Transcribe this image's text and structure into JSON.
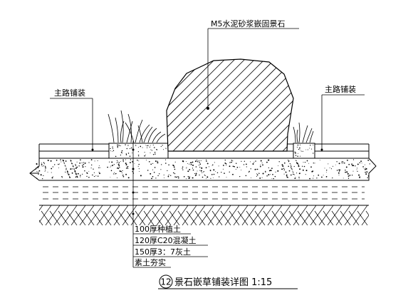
{
  "annotations": {
    "stone_label": "M5水泥砂浆嵌固景石",
    "left_paving_label": "主路铺装",
    "right_paving_label": "主路铺装"
  },
  "layers": [
    "100厚种植土",
    "120厚C20混凝土",
    "150厚3：7灰土",
    "素土夯实"
  ],
  "title": {
    "number": "12",
    "text": "景石嵌草铺装详图 1:15"
  }
}
